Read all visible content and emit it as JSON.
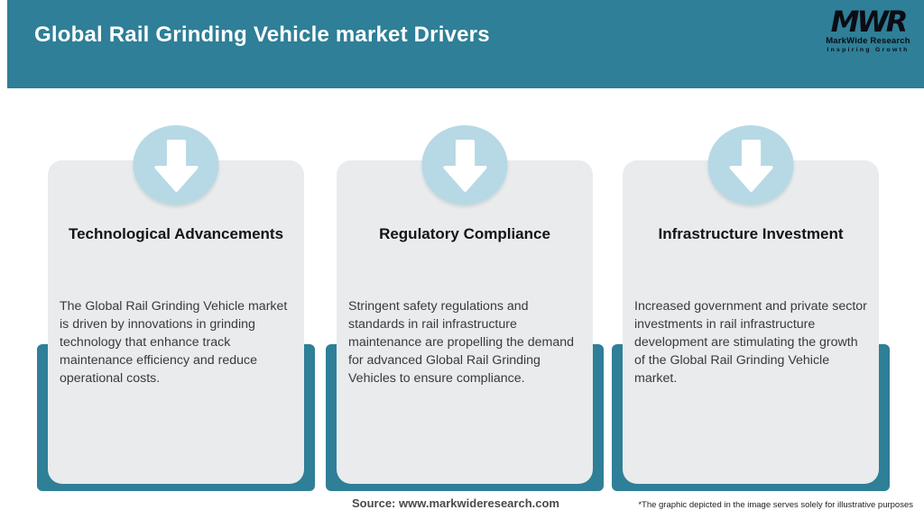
{
  "header": {
    "title": "Global Rail Grinding Vehicle market Drivers",
    "logo": {
      "acronym": "MWR",
      "name": "MarkWide Research",
      "tagline": "Inspiring Growth"
    }
  },
  "cards": [
    {
      "icon": "down-arrow",
      "title": "Technological Advancements",
      "body": "The Global Rail Grinding Vehicle market is driven by innovations in grinding technology that enhance track maintenance efficiency and reduce operational costs."
    },
    {
      "icon": "down-arrow",
      "title": "Regulatory Compliance",
      "body": "Stringent safety regulations and standards in rail infrastructure maintenance are propelling the demand for advanced Global Rail Grinding Vehicles to ensure compliance."
    },
    {
      "icon": "down-arrow",
      "title": "Infrastructure Investment",
      "body": "Increased government and private sector investments in rail infrastructure development are stimulating the growth of the Global Rail Grinding Vehicle market."
    }
  ],
  "footer": {
    "source": "Source: www.markwideresearch.com",
    "disclaimer": "*The graphic depicted in the image serves solely for illustrative purposes"
  },
  "colors": {
    "teal": "#2e7f97",
    "circle_blue": "#b6d9e5",
    "card_bg": "#e9ebec",
    "title_text": "#141414",
    "body_text": "#3a3a3a",
    "header_text": "#ffffff",
    "logo_text": "#0b0c14"
  }
}
